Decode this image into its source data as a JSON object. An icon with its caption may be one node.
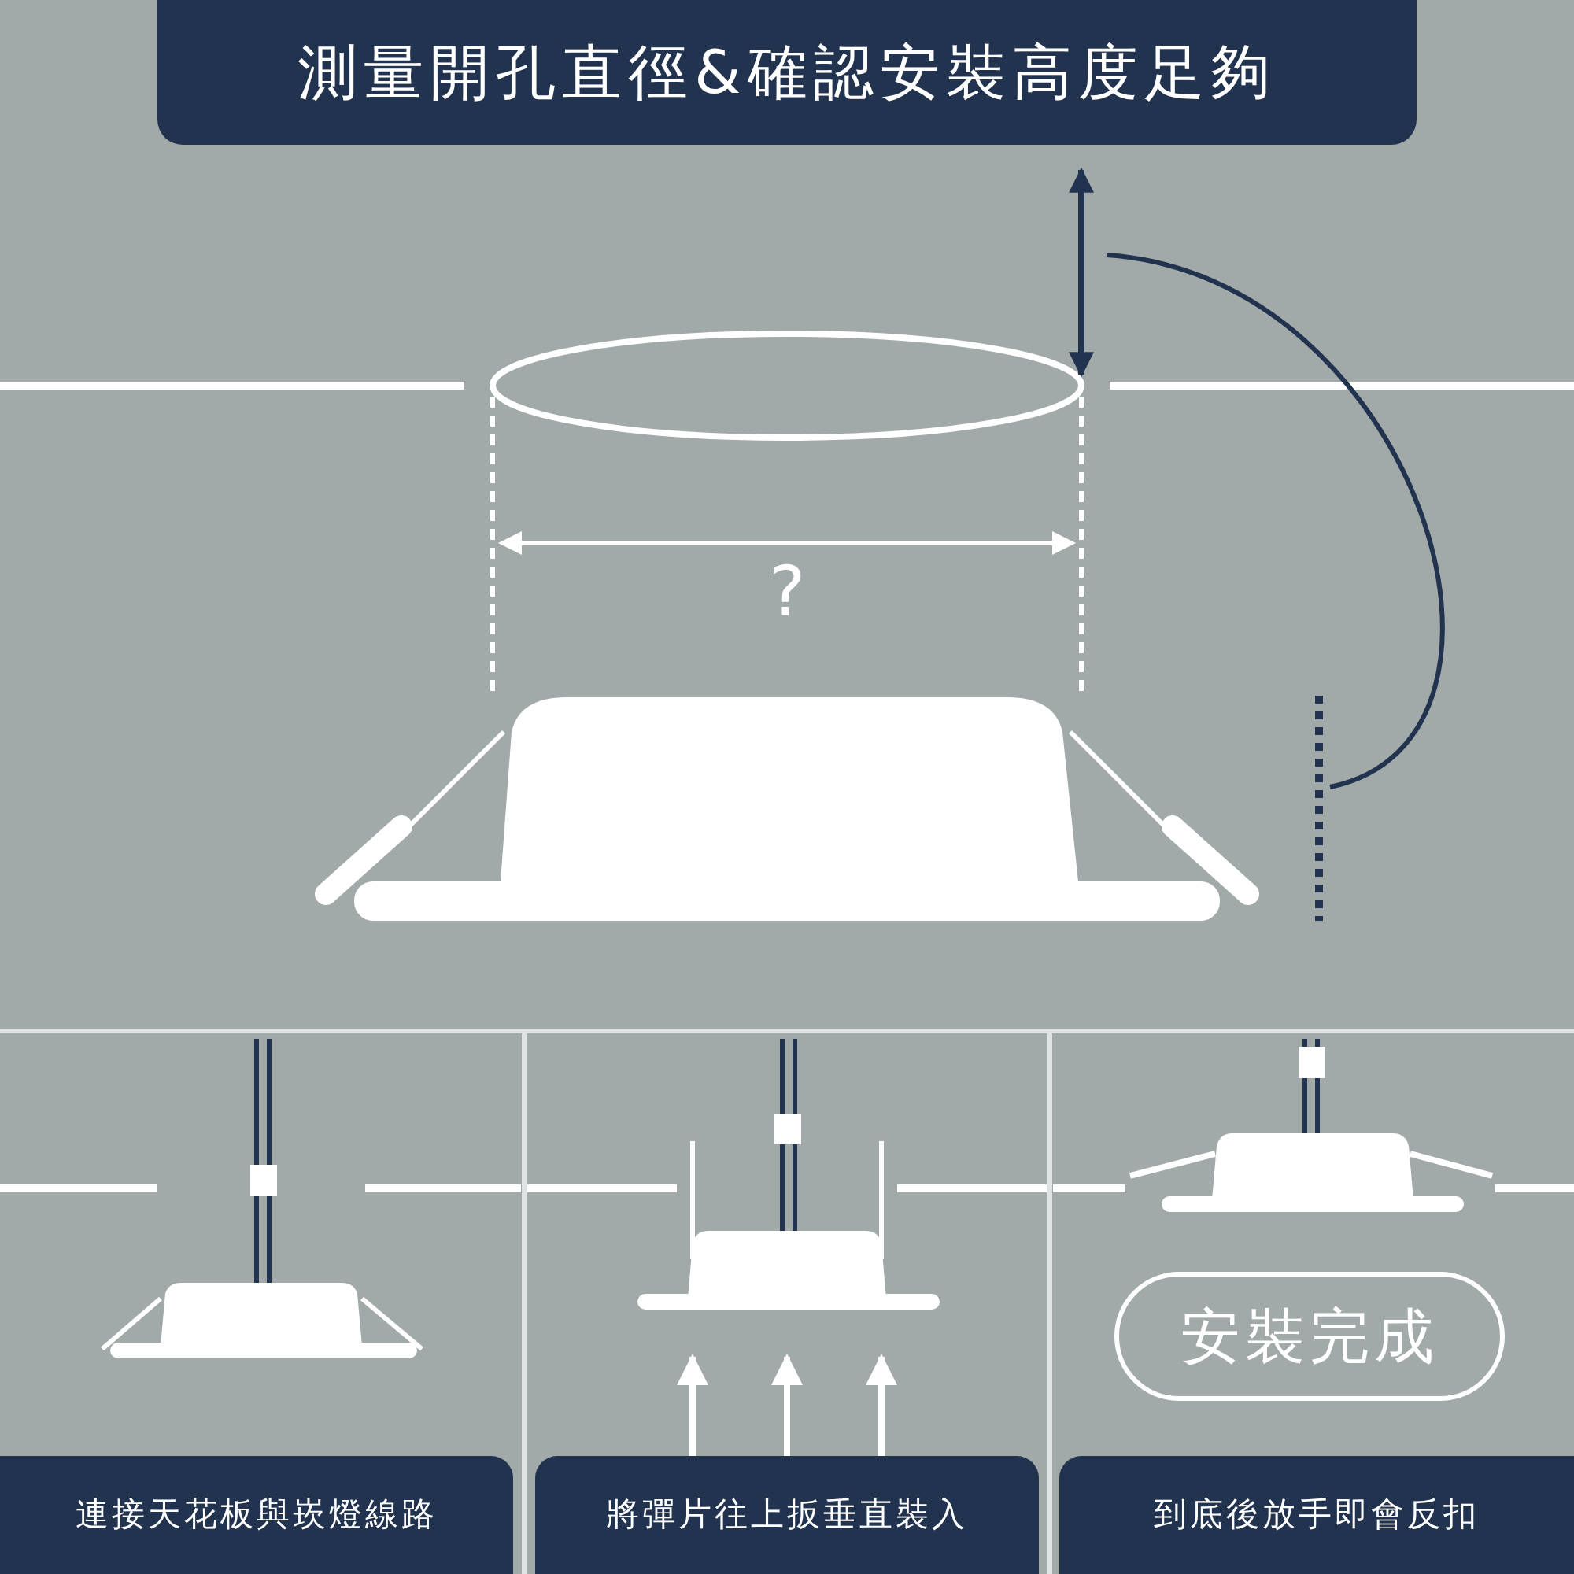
{
  "diagram": {
    "title": "測量開孔直徑&確認安裝高度足夠",
    "nodes": [
      {
        "text": [
          "連接天花板與崁燈線路"
        ]
      },
      {
        "text": [
          "將彈片往上扳垂直裝入"
        ]
      },
      {
        "text": [
          "到底後放手即會反扣"
        ]
      },
      {
        "text": [
          "安裝完成"
        ]
      }
    ],
    "labels": [
      "?"
    ]
  }
}
